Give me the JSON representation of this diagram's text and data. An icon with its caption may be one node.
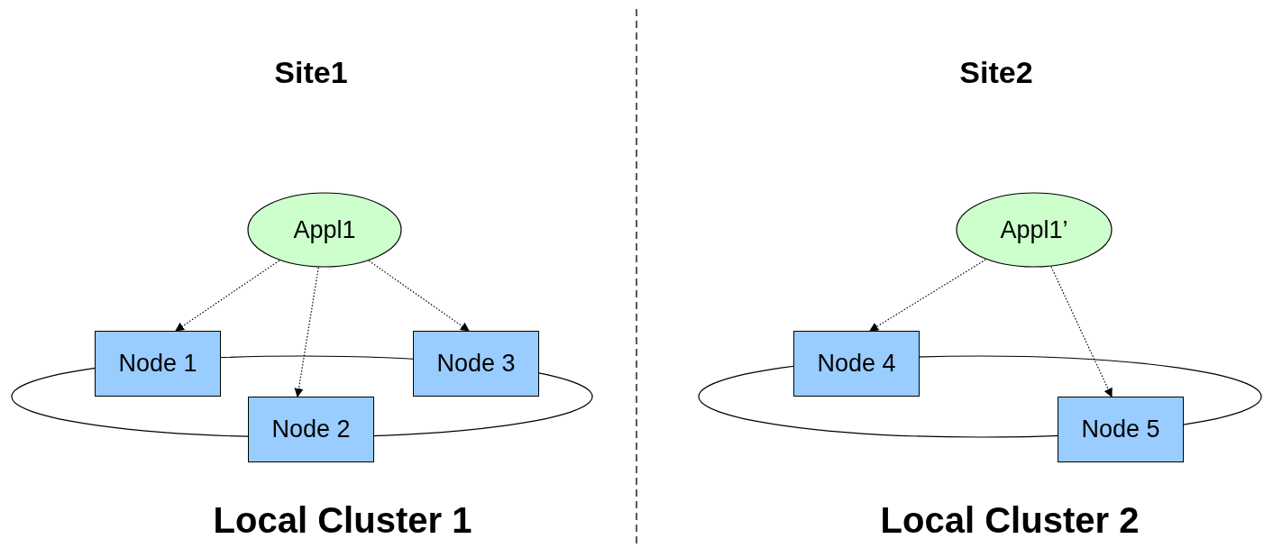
{
  "diagram": {
    "nodes": [
      {
        "text": [
          "Appl1"
        ]
      },
      {
        "text": [
          "Node 1"
        ]
      },
      {
        "text": [
          "Node 2"
        ]
      },
      {
        "text": [
          "Node 3"
        ]
      },
      {
        "text": [
          "Appl1’"
        ]
      },
      {
        "text": [
          "Node 4"
        ]
      },
      {
        "text": [
          "Node 5"
        ]
      }
    ],
    "edges": [
      {
        "from": 0,
        "to": 1,
        "arrow": "to"
      },
      {
        "from": 0,
        "to": 2,
        "arrow": "to"
      },
      {
        "from": 0,
        "to": 3,
        "arrow": "to"
      },
      {
        "from": 4,
        "to": 5,
        "arrow": "to"
      },
      {
        "from": 4,
        "to": 6,
        "arrow": "to"
      }
    ],
    "labels": [
      "Site1",
      "Site2",
      "Local Cluster 1",
      "Local Cluster 2"
    ]
  }
}
